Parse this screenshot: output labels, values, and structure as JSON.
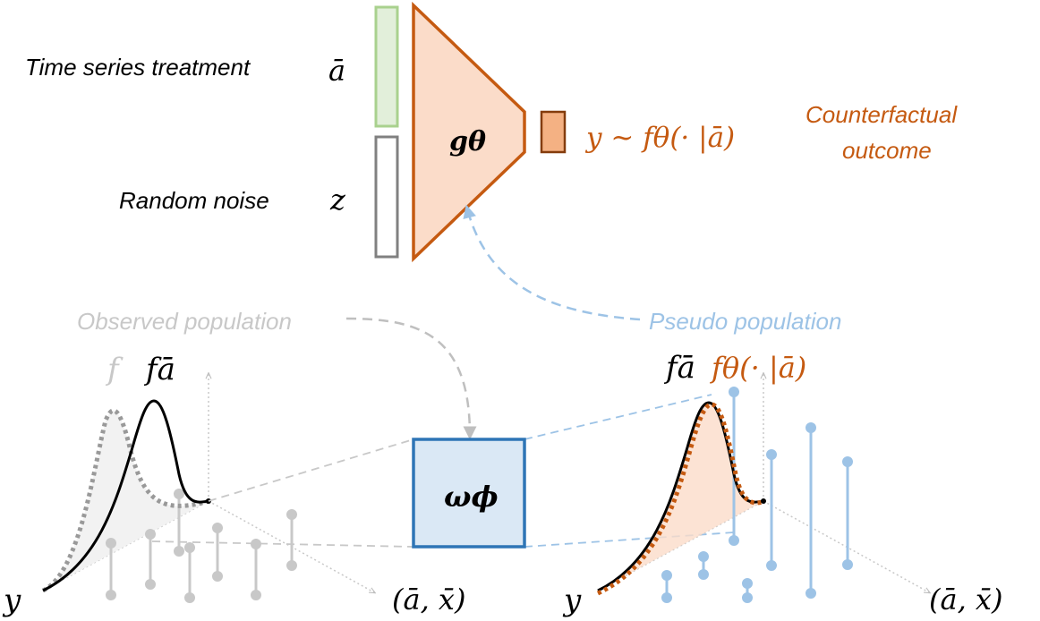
{
  "labels": {
    "time_series_treatment": "Time series treatment",
    "random_noise": "Random noise",
    "a_bar": "ā",
    "z": "z",
    "g_theta": "gθ",
    "y_dist": "y ~ fθ(· |ā)",
    "counterfactual_line1": "Counterfactual",
    "counterfactual_line2": "outcome",
    "observed_population": "Observed population",
    "pseudo_population": "Pseudo population",
    "f_left": "f",
    "f_abar_left": "fā",
    "f_abar_right": "fā",
    "f_theta_right": "fθ(· |ā)",
    "omega_phi": "ωϕ",
    "y_left": "y",
    "y_right": "y",
    "axis_left": "(ā, x̄)",
    "axis_right": "(ā, x̄)"
  },
  "colors": {
    "orange": "#c55a11",
    "orange_fill": "#f8cbad",
    "green": "#a9d18e",
    "gray_box": "#808080",
    "blue": "#9dc3e6",
    "blue_box": "#2e75b6",
    "blue_fill": "#dae8f5",
    "light_gray": "#c8c8c8"
  }
}
